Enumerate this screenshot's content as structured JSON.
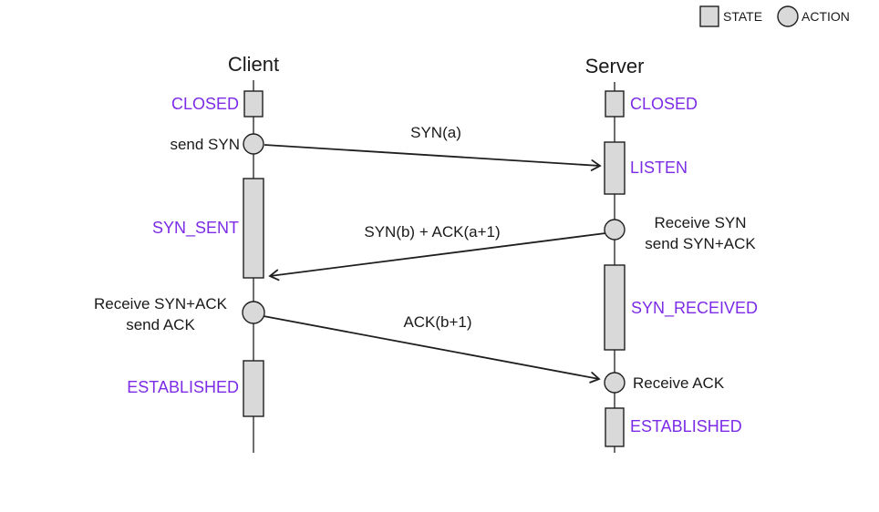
{
  "legend": {
    "state": "STATE",
    "action": "ACTION"
  },
  "client": {
    "title": "Client",
    "states": {
      "closed": "CLOSED",
      "syn_sent": "SYN_SENT",
      "established": "ESTABLISHED"
    },
    "actions": {
      "send_syn": "send SYN",
      "recv_synack_line1": "Receive SYN+ACK",
      "recv_synack_line2": "send ACK"
    }
  },
  "server": {
    "title": "Server",
    "states": {
      "closed": "CLOSED",
      "listen": "LISTEN",
      "syn_received": "SYN_RECEIVED",
      "established": "ESTABLISHED"
    },
    "actions": {
      "recv_syn_line1": "Receive SYN",
      "recv_syn_line2": "send SYN+ACK",
      "recv_ack": "Receive ACK"
    }
  },
  "messages": {
    "syn": "SYN(a)",
    "synack": "SYN(b) + ACK(a+1)",
    "ack": "ACK(b+1)"
  },
  "colors": {
    "state_text": "#7c2ce6",
    "shape_fill": "#d9d9d9",
    "shape_stroke": "#1f1f1f",
    "text": "#1a1a1a"
  }
}
